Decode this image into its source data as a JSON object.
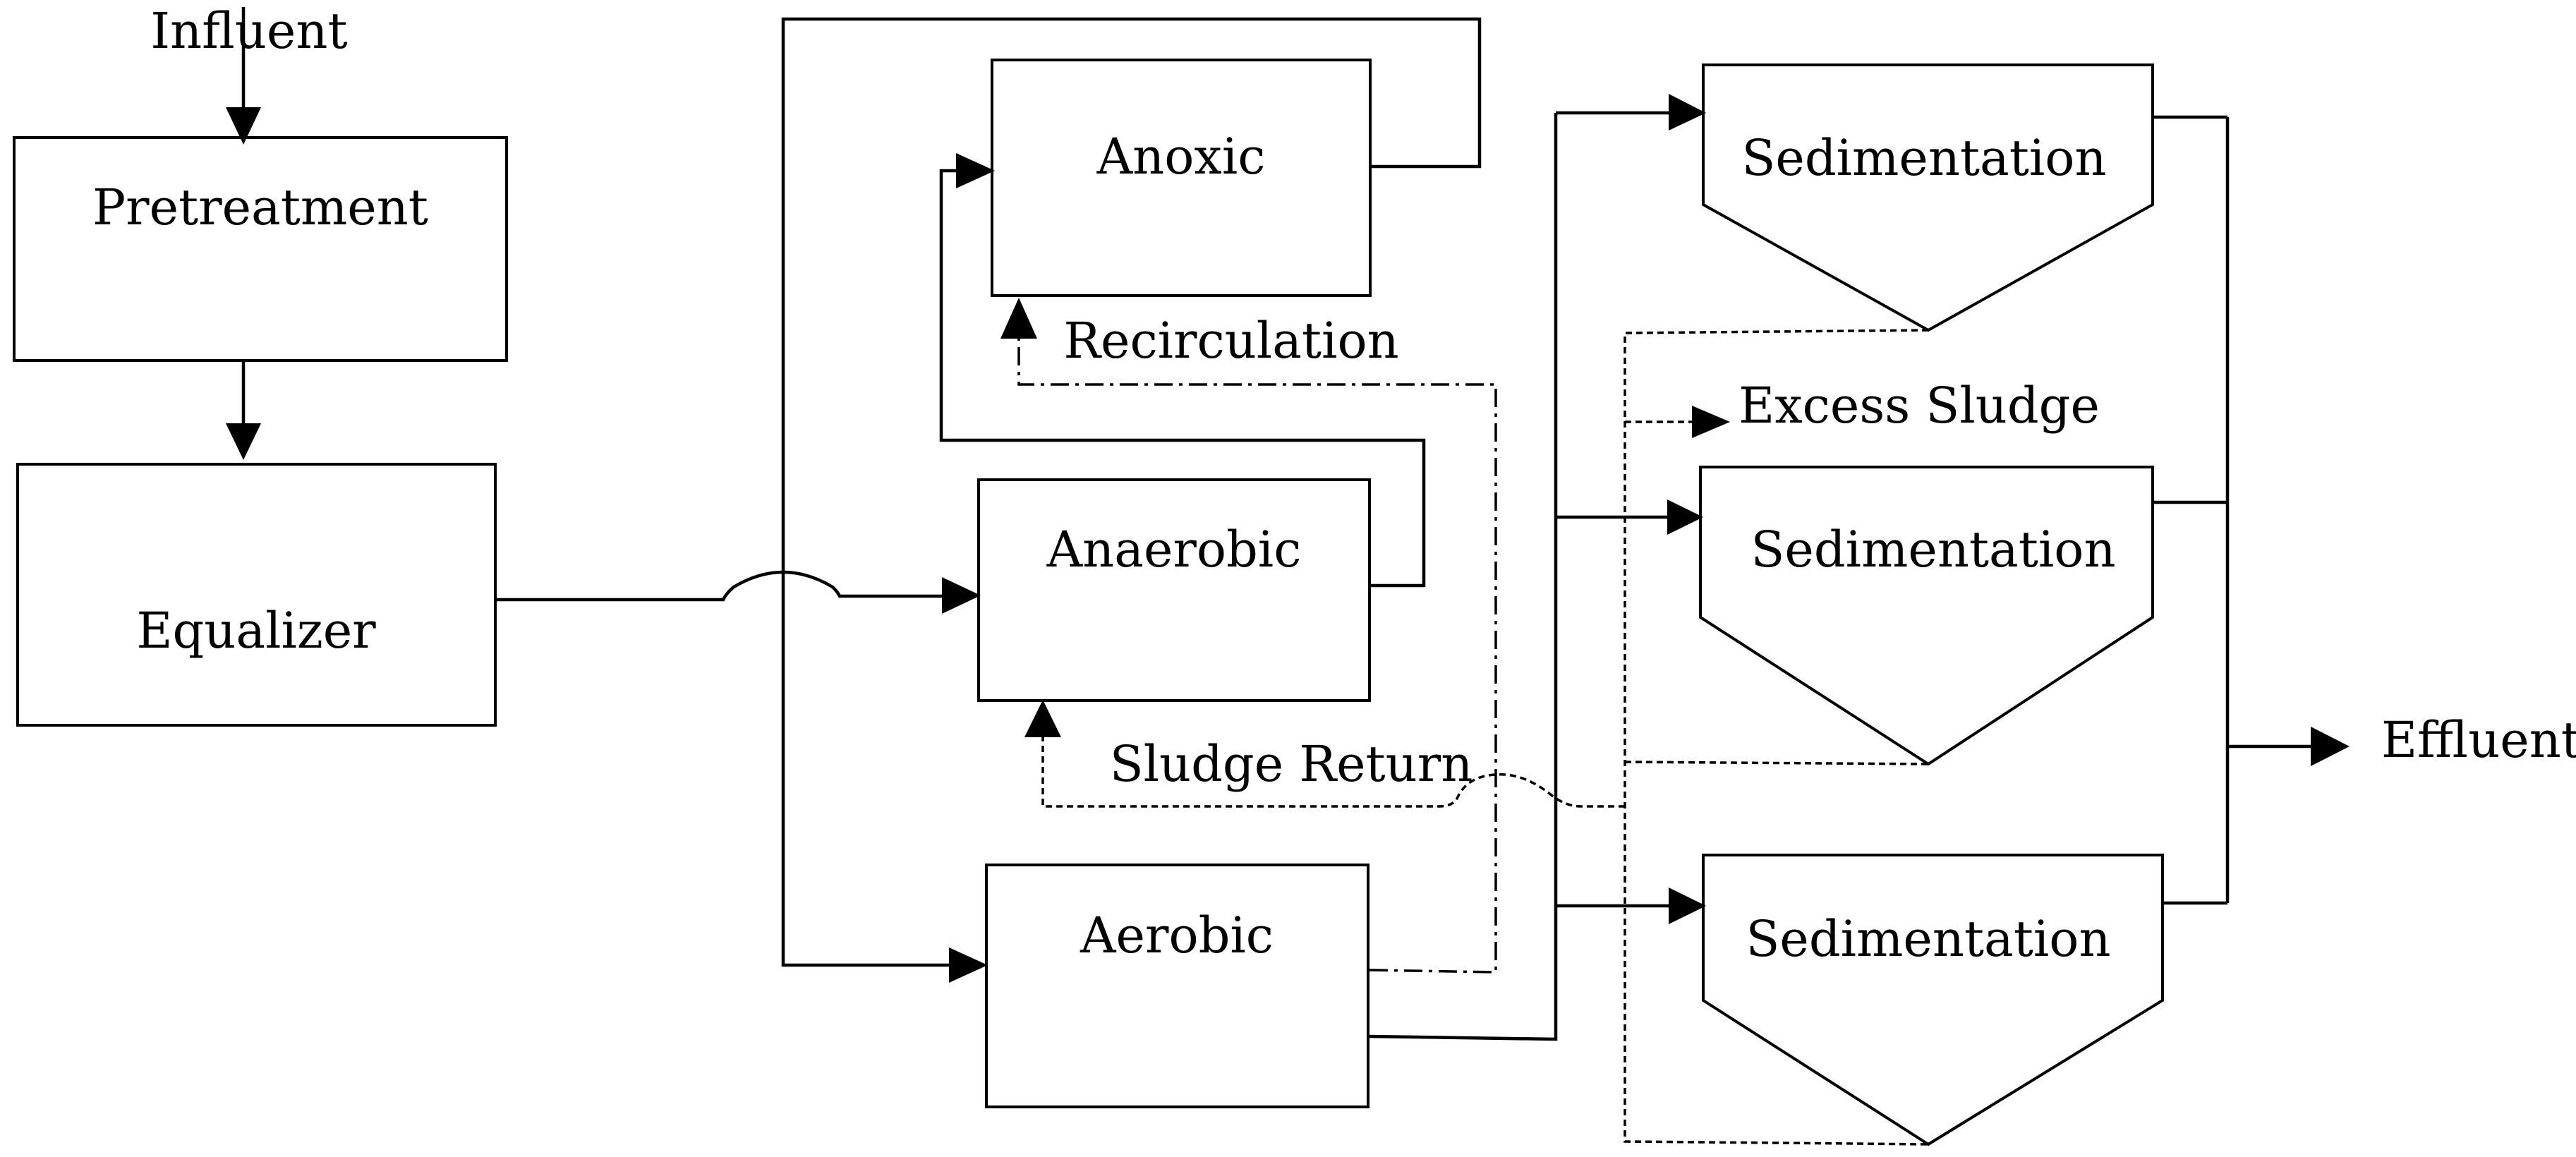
{
  "labels": {
    "influent": "Influent",
    "pretreatment": "Pretreatment",
    "equalizer": "Equalizer",
    "anoxic": "Anoxic",
    "anaerobic": "Anaerobic",
    "aerobic": "Aerobic",
    "sedimentation_1": "Sedimentation",
    "sedimentation_2": "Sedimentation",
    "sedimentation_3": "Sedimentation",
    "recirculation": "Recirculation",
    "excess_sludge": "Excess Sludge",
    "sludge_return": "Sludge Return",
    "effluent": "Effluent"
  }
}
